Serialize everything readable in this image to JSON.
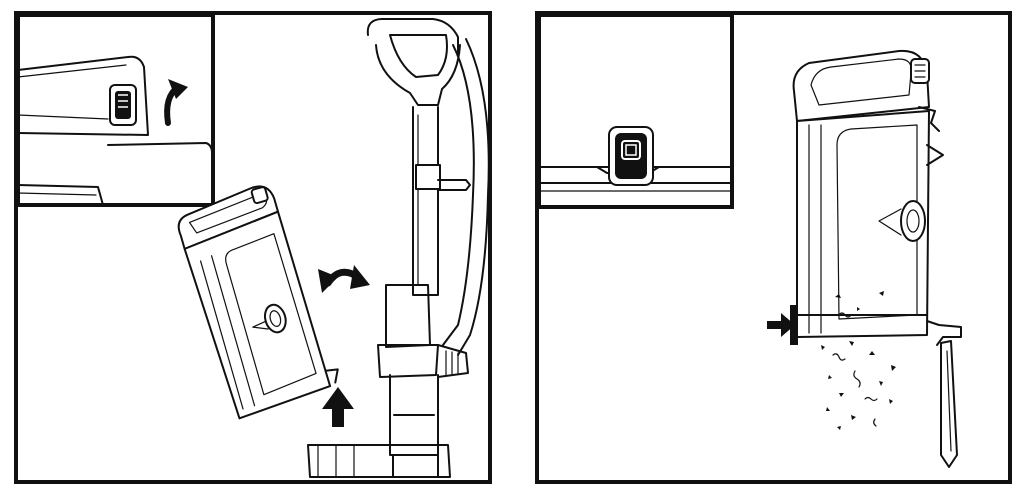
{
  "figure": {
    "panels": [
      {
        "id": "step-1",
        "description_icons": [
          "detail-inset",
          "release-button-icon",
          "curved-arrow-icon",
          "up-arrow-icon",
          "dust-cup",
          "vacuum-handle"
        ]
      },
      {
        "id": "step-2",
        "description_icons": [
          "detail-inset",
          "latch-button-icon",
          "right-arrow-icon",
          "dust-cup",
          "open-bottom-door",
          "debris"
        ]
      }
    ],
    "colors": {
      "line": "#111111",
      "background": "#ffffff"
    }
  }
}
